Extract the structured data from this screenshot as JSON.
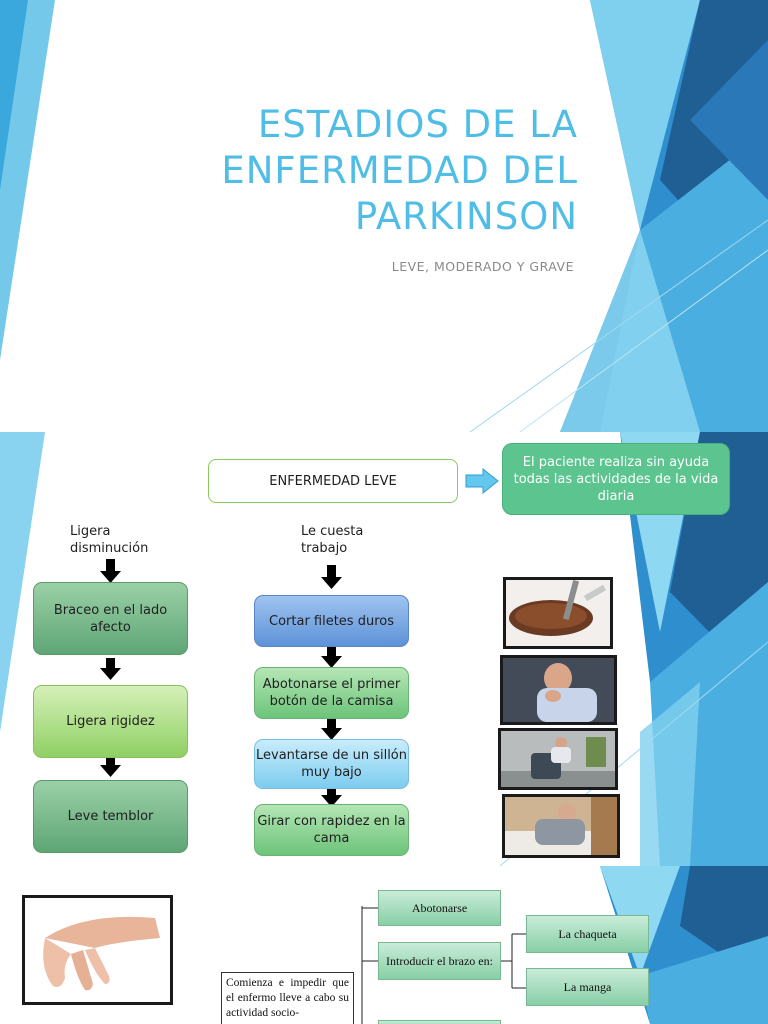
{
  "slide1": {
    "title_lines": [
      "ESTADIOS DE LA",
      "ENFERMEDAD DEL",
      "PARKINSON"
    ],
    "subtitle": "LEVE, MODERADO Y GRAVE"
  },
  "slide2": {
    "header_box": "ENFERMEDAD LEVE",
    "description": "El paciente realiza sin ayuda todas las actividades de la vida diaria",
    "left_label": "Ligera disminución",
    "middle_label": "Le cuesta trabajo",
    "left_steps": [
      "Braceo en el lado afecto",
      "Ligera rigidez",
      "Leve temblor"
    ],
    "middle_steps": [
      "Cortar filetes duros",
      "Abotonarse el primer botón de la camisa",
      "Levantarse de un sillón muy bajo",
      "Girar con rapidez en la cama"
    ],
    "photos": [
      "steak-photo",
      "man-dressing-photo",
      "man-rising-from-chair-photo",
      "man-in-bed-photo"
    ]
  },
  "slide3": {
    "paragraph": "Comienza e impedir que el enfermo lleve a cabo su actividad socio-",
    "tree_root": "Abotonarse",
    "tree_branch": "Introducir el brazo en:",
    "tree_leaves": [
      "La chaqueta",
      "La manga"
    ],
    "photo": "hand-tremor-photo"
  },
  "colors": {
    "title": "#4fbde6",
    "accent_dark": "#1f5f94",
    "accent_mid": "#2e8fca",
    "accent_light": "#6fc6ea"
  }
}
